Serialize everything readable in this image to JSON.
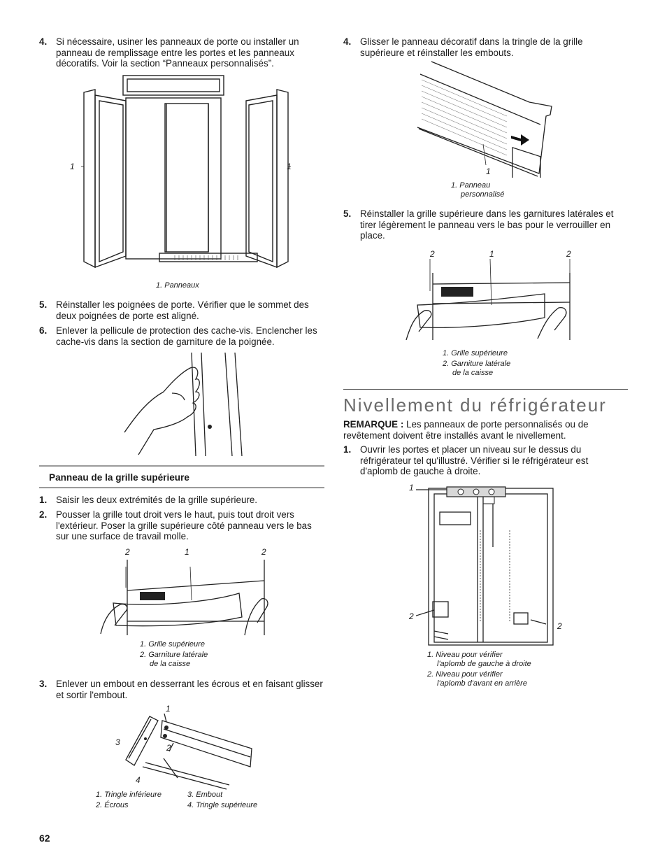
{
  "page_number": "62",
  "left": {
    "step4": {
      "num": "4.",
      "text": "Si nécessaire, usiner les panneaux de porte ou installer un panneau de remplissage entre les portes et les panneaux décoratifs. Voir la section “Panneaux personnalisés”."
    },
    "fig1": {
      "callout_left": "1",
      "callout_right": "1",
      "caption": "1. Panneaux"
    },
    "step5": {
      "num": "5.",
      "text": "Réinstaller les poignées de porte. Vérifier que le sommet des deux poignées de porte est aligné."
    },
    "step6": {
      "num": "6.",
      "text": "Enlever la pellicule de protection des cache-vis. Enclencher les cache-vis dans la section de garniture de la poignée."
    },
    "section_head": "Panneau de la grille supérieure",
    "sub1": {
      "num": "1.",
      "text": "Saisir les deux extrémités de la grille supérieure."
    },
    "sub2": {
      "num": "2.",
      "text": "Pousser la grille tout droit vers le haut, puis tout droit vers l'extérieur. Poser la grille supérieure côté panneau vers le bas sur une surface de travail molle."
    },
    "fig3": {
      "c2a": "2",
      "c1": "1",
      "c2b": "2",
      "cap1": "1. Grille supérieure",
      "cap2": "2. Garniture latérale",
      "cap2b": "de la caisse"
    },
    "sub3": {
      "num": "3.",
      "text": "Enlever un embout en desserrant les écrous et en faisant glisser et sortir l'embout."
    },
    "fig4": {
      "c1": "1",
      "c2": "2",
      "c3": "3",
      "c4": "4",
      "cap1": "1. Tringle inférieure",
      "cap2": "2. Écrous",
      "cap3": "3. Embout",
      "cap4": "4. Tringle supérieure"
    }
  },
  "right": {
    "step4": {
      "num": "4.",
      "text": "Glisser le panneau décoratif dans la tringle de la grille supérieure et réinstaller les embouts."
    },
    "fig5": {
      "c1": "1",
      "cap1": "1. Panneau",
      "cap1b": "personnalisé"
    },
    "step5": {
      "num": "5.",
      "text": "Réinstaller la grille supérieure dans les garnitures latérales et tirer légèrement le panneau vers le bas pour le verrouiller en place."
    },
    "fig6": {
      "c2a": "2",
      "c1": "1",
      "c2b": "2",
      "cap1": "1. Grille supérieure",
      "cap2": "2. Garniture latérale",
      "cap2b": "de la caisse"
    },
    "title": "Nivellement du réfrigérateur",
    "note_label": "REMARQUE :",
    "note_text": " Les panneaux de porte personnalisés ou de revêtement doivent être installés avant le nivellement.",
    "sub1": {
      "num": "1.",
      "text": "Ouvrir les portes et placer un niveau sur le dessus du réfrigérateur tel qu'illustré. Vérifier si le réfrigérateur est d'aplomb de gauche à droite."
    },
    "fig7": {
      "c1": "1",
      "c2a": "2",
      "c2b": "2",
      "cap1": "1. Niveau pour vérifier",
      "cap1b": "l'aplomb de gauche à droite",
      "cap2": "2. Niveau pour vérifier",
      "cap2b": "l'aplomb d'avant en arrière"
    }
  }
}
